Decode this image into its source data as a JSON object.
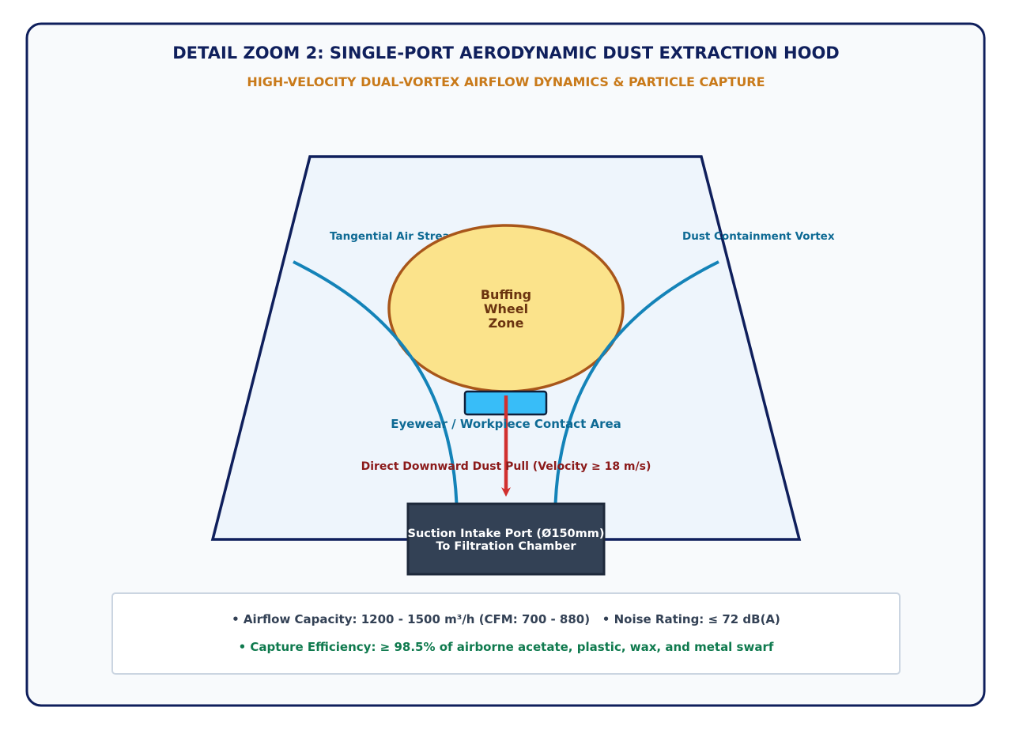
{
  "header": {
    "title": "DETAIL ZOOM 2: SINGLE-PORT AERODYNAMIC DUST EXTRACTION HOOD",
    "subtitle": "HIGH-VELOCITY DUAL-VORTEX AIRFLOW DYNAMICS & PARTICLE CAPTURE"
  },
  "diagram": {
    "left_stream_label": "Tangential Air Stream",
    "right_stream_label": "Dust Containment Vortex",
    "wheel_label": [
      "Buffing",
      "Wheel",
      "Zone"
    ],
    "contact_label": "Eyewear / Workpiece Contact Area",
    "pull_label": "Direct Downward Dust Pull (Velocity ≥ 18 m/s)",
    "port_label": [
      "Suction Intake Port (Ø150mm)",
      "To Filtration Chamber"
    ]
  },
  "specs": {
    "line1": "• Airflow Capacity: 1200 - 1500 m³/h (CFM: 700 - 880)   • Noise Rating: ≤ 72 dB(A)",
    "line2": "• Capture Efficiency: ≥ 98.5% of airborne acetate, plastic, wax, and metal swarf"
  },
  "colors": {
    "frame": "#0f1f5c",
    "accent_orange": "#c97a1a",
    "airflow_blue": "#1483b8",
    "label_blue": "#0e6a94",
    "dust_red": "#d1302f",
    "dust_label": "#8b1a1a",
    "wheel_fill": "#fbe38b",
    "wheel_stroke": "#a8561a",
    "wheel_text": "#6b3410",
    "port_fill": "#334155",
    "contact_fill": "#38bdf8",
    "spec_text": "#334155",
    "spec_green": "#0f7a4e"
  }
}
